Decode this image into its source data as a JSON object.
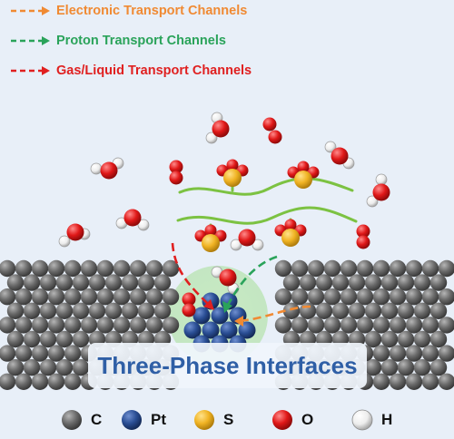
{
  "legend": {
    "electronic": {
      "label": "Electronic Transport Channels",
      "color": "#f08a33"
    },
    "proton": {
      "label": "Proton Transport Channels",
      "color": "#2aa35a"
    },
    "gasliquid": {
      "label": "Gas/Liquid Transport Channels",
      "color": "#e02020"
    }
  },
  "title": "Three-Phase Interfaces",
  "atoms": [
    {
      "symbol": "C",
      "color": "#555555"
    },
    {
      "symbol": "Pt",
      "color": "#1f3f7a"
    },
    {
      "symbol": "S",
      "color": "#f0b323"
    },
    {
      "symbol": "O",
      "color": "#e01818"
    },
    {
      "symbol": "H",
      "color": "#f2f2f2"
    }
  ]
}
